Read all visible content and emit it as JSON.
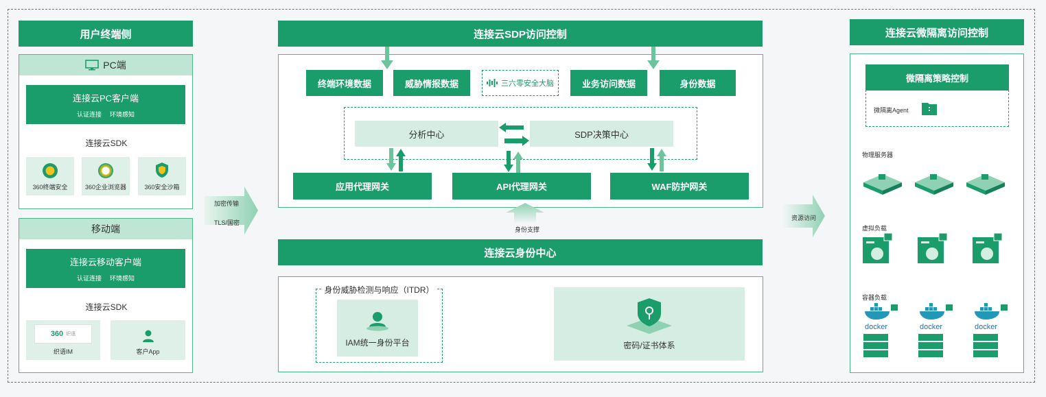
{
  "left": {
    "title": "用户终端侧",
    "pc": {
      "title": "PC端",
      "client": "连接云PC客户端",
      "client_sub1": "认证连接",
      "client_sub2": "环境感知",
      "sdk": "连接云SDK",
      "tiles": [
        "360终端安全",
        "360企业浏览器",
        "360安全沙箱"
      ]
    },
    "mobile": {
      "title": "移动端",
      "client": "连接云移动客户端",
      "client_sub1": "认证连接",
      "client_sub2": "环境感知",
      "sdk": "连接云SDK",
      "tiles": [
        "织语IM",
        "客户App"
      ],
      "logo_text": "360",
      "logo_sub": "织语"
    }
  },
  "arrow_left": {
    "line1": "加密传输",
    "line2": "TLS/国密"
  },
  "sdp": {
    "title": "连接云SDP访问控制",
    "data_tags": [
      "终端环境数据",
      "威胁情报数据",
      "三六零安全大脑",
      "业务访问数据",
      "身份数据"
    ],
    "analysis": "分析中心",
    "decision": "SDP决策中心",
    "gateways": [
      "应用代理网关",
      "API代理网关",
      "WAF防护网关"
    ]
  },
  "identity_support": "身份支撑",
  "identity": {
    "title": "连接云身份中心",
    "itdr": "身份威胁检测与响应（ITDR）",
    "iam": "IAM统一身份平台",
    "crypto": "密码/证书体系"
  },
  "arrow_right": {
    "label": "资源访问"
  },
  "right": {
    "title": "连接云微隔离访问控制",
    "policy": "微隔离策略控制",
    "agent": "微隔离Agent",
    "physical": "物理服务器",
    "virtual": "虚拟负载",
    "container": "容器负载",
    "docker": "docker"
  },
  "colors": {
    "primary": "#1a9d6a",
    "pale": "#d6ede4",
    "light_bar": "#bfe6d5"
  }
}
